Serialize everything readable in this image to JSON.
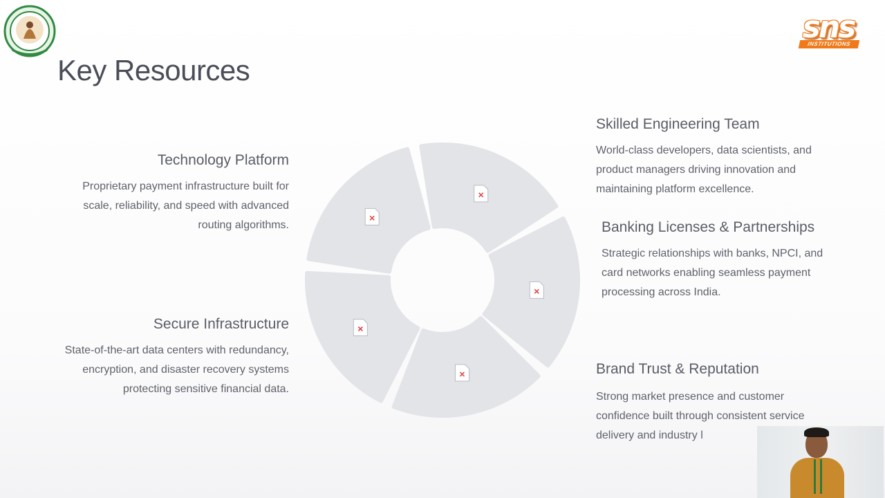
{
  "slide": {
    "title": "Key Resources",
    "resources": [
      {
        "title": "Technology Platform",
        "text": "Proprietary payment infrastructure built for scale, reliability, and speed with advanced routing algorithms."
      },
      {
        "title": "Secure Infrastructure",
        "text": "State-of-the-art data centers with redundancy, encryption, and disaster recovery systems protecting sensitive financial data."
      },
      {
        "title": "Skilled Engineering Team",
        "text": "World-class developers, data scientists, and product managers driving innovation and maintaining platform excellence."
      },
      {
        "title": "Banking Licenses & Partnerships",
        "text": "Strategic relationships with banks, NPCI, and card networks enabling seamless payment processing across India."
      },
      {
        "title": "Brand Trust & Reputation",
        "text": "Strong market presence and customer confidence built through consistent service delivery and industry l"
      }
    ]
  },
  "logos": {
    "right_main": "sns",
    "right_sub": "INSTITUTIONS"
  },
  "icons": {
    "segment": "broken-image-icon",
    "left_logo": "university-seal-icon"
  },
  "colors": {
    "segment_fill": "#e3e4e8",
    "broken_x": "#e0484b",
    "brand_orange": "#f07a1a"
  }
}
